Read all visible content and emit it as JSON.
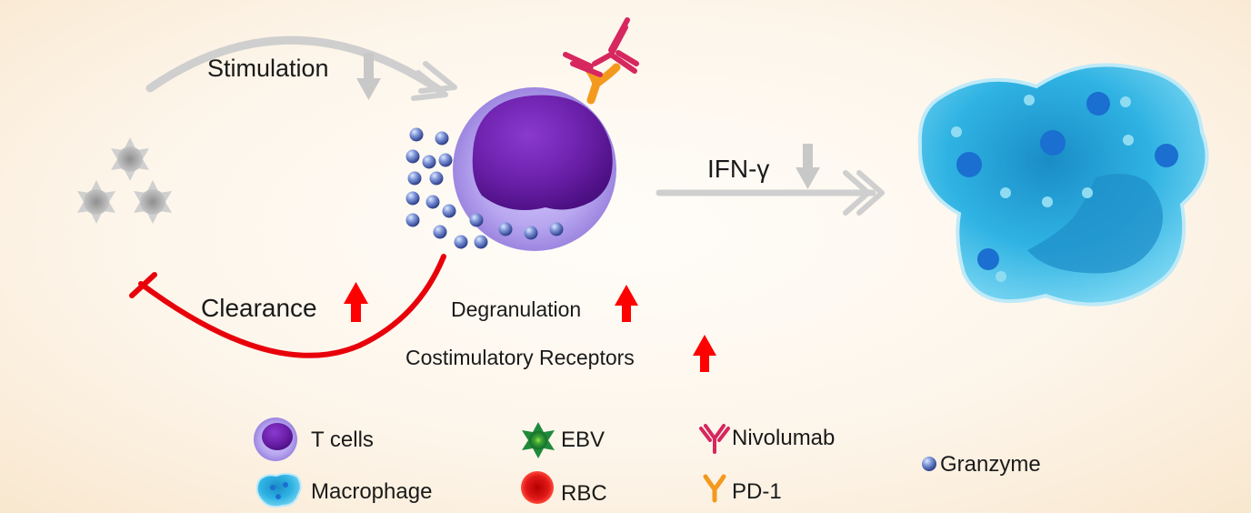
{
  "diagram": {
    "labels": {
      "stimulation": "Stimulation",
      "ifn": "IFN-γ",
      "clearance": "Clearance",
      "degranulation": "Degranulation",
      "costimulatory": "Costimulatory Receptors"
    },
    "arrow_colors": {
      "up": "#ff0000",
      "down": "#c8c8c8",
      "flow": "#cfcfcf",
      "inhibit": "#e8000a"
    }
  },
  "legend": {
    "t_cells": "T cells",
    "macrophage": "Macrophage",
    "ebv": "EBV",
    "rbc": "RBC",
    "nivolumab": "Nivolumab",
    "pd1": "PD-1",
    "granzyme": "Granzyme"
  },
  "colors": {
    "t_cell": "#6a1fa8",
    "macrophage": "#1fa6d6",
    "ebv": "#1e8a3a",
    "rbc": "#d81b1b",
    "nivolumab": "#d6275f",
    "pd1": "#f39a1e",
    "granzyme": "#4a64b8"
  }
}
